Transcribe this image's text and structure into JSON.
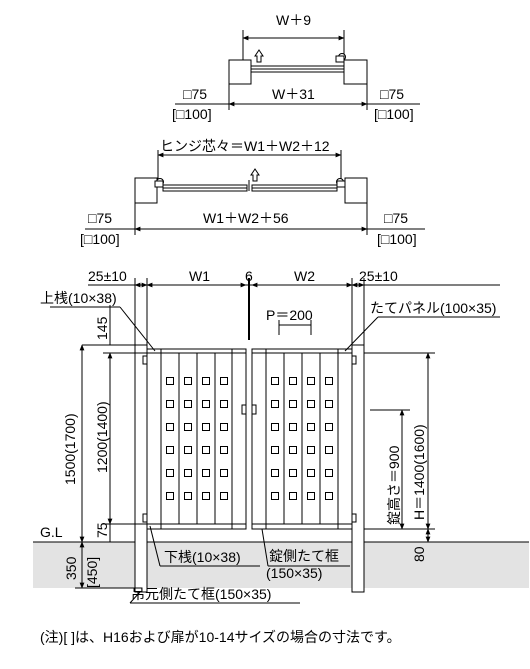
{
  "top_plan": {
    "w_top": "W＋9",
    "w_bottom": "W＋31",
    "post_left": "□75",
    "post_left_alt": "[□100]",
    "post_right": "□75",
    "post_right_alt": "[□100]"
  },
  "double_plan": {
    "hinge": "ヒンジ芯々＝W1＋W2＋12",
    "width": "W1＋W2＋56",
    "post_left": "□75",
    "post_left_alt": "[□100]",
    "post_right": "□75",
    "post_right_alt": "[□100]"
  },
  "elevation": {
    "dim_left_gap": "25±10",
    "dim_w1": "W1",
    "dim_center": "6",
    "dim_w2": "W2",
    "dim_right_gap": "25±10",
    "top_rail": "上桟(10×38)",
    "pitch": "P＝200",
    "panel": "たてパネル(100×35)",
    "dim_145": "145",
    "dim_1500": "1500(1700)",
    "dim_1200": "1200(1400)",
    "dim_75": "75",
    "dim_900": "錠高さ＝900",
    "dim_h": "H＝1400(1600)",
    "gl": "G.L",
    "dim_350": "350",
    "dim_450": "[450]",
    "dim_80": "80",
    "bottom_rail": "下桟(10×38)",
    "lock_frame_1": "錠側たて框",
    "lock_frame_2": "(150×35)",
    "hinge_frame": "吊元側たて框(150×35)"
  },
  "footnote": "(注)[ ]は、H16および扉が10-14サイズの場合の寸法です。"
}
